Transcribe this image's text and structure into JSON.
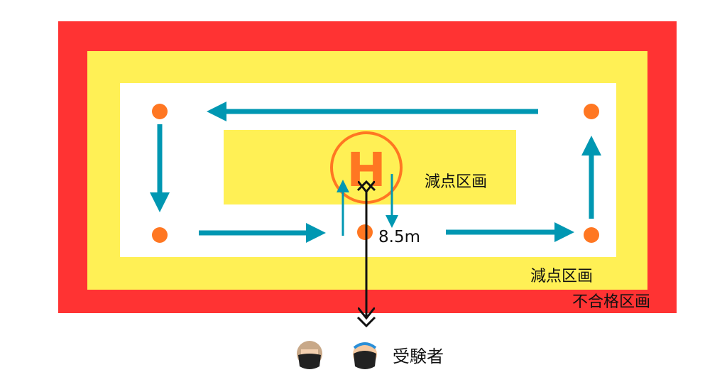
{
  "colors": {
    "fail_zone": "#ff3333",
    "deduct_zone": "#fff055",
    "course": "#ffffff",
    "arrow": "#0097b2",
    "marker": "#ff7722",
    "measure": "#111111"
  },
  "labels": {
    "inner_deduct_zone": "減点区画",
    "distance": "8.5m",
    "outer_deduct_zone": "減点区画",
    "fail_zone": "不合格区画",
    "examinee": "受験者",
    "helipad_letter": "H"
  },
  "icons": [
    "helipad-icon",
    "examiner-avatar-icon",
    "examinee-avatar-icon"
  ]
}
